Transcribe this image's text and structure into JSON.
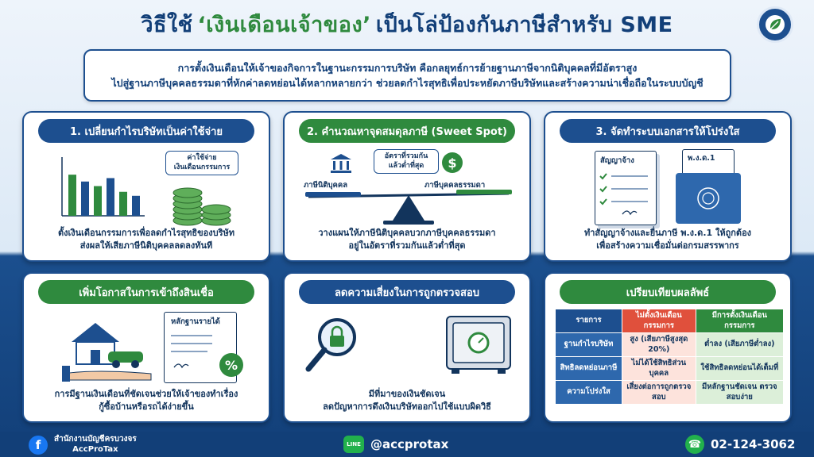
{
  "header": {
    "title_pre": "วิธีใช้",
    "title_highlight": "‘เงินเดือนเจ้าของ’",
    "title_post": "เป็นโล่ป้องกันภาษีสำหรับ SME"
  },
  "intro": {
    "line1": "การตั้งเงินเดือนให้เจ้าของกิจการในฐานะกรรมการบริษัท คือกลยุทธ์การย้ายฐานภาษีจากนิติบุคคลที่มีอัตราสูง",
    "line2": "ไปสู่ฐานภาษีบุคคลธรรมดาที่หักค่าลดหย่อนได้หลากหลายกว่า ช่วยลดกำไรสุทธิเพื่อประหยัดภาษีบริษัทและสร้างความน่าเชื่อถือในระบบบัญชี"
  },
  "panel1": {
    "title": "1. เปลี่ยนกำไรบริษัทเป็นค่าใช้จ่าย",
    "tag_line1": "ค่าใช้จ่าย",
    "tag_line2": "เงินเดือนกรรมการ",
    "caption_line1": "ตั้งเงินเดือนกรรมการเพื่อลดกำไรสุทธิของบริษัท",
    "caption_line2": "ส่งผลให้เสียภาษีนิติบุคคลลดลงทันที",
    "bars": [
      0.72,
      0.6,
      0.52,
      0.66,
      0.42,
      0.35
    ]
  },
  "panel2": {
    "title": "2. คำนวณหาจุดสมดุลภาษี (Sweet Spot)",
    "tag_line1": "อัตราที่รวมกัน",
    "tag_line2": "แล้วต่ำที่สุด",
    "left_label": "ภาษีนิติบุคคล",
    "right_label": "ภาษีบุคคลธรรมดา",
    "coin_symbol": "$",
    "caption_line1": "วางแผนให้ภาษีนิติบุคคลบวกภาษีบุคคลธรรมดา",
    "caption_line2": "อยู่ในอัตราที่รวมกันแล้วต่ำที่สุด"
  },
  "panel3": {
    "title": "3. จัดทำระบบเอกสารให้โปร่งใส",
    "contract_label": "สัญญาจ้าง",
    "form_label": "พ.ง.ด.1",
    "caption_line1": "ทำสัญญาจ้างและยื่นภาษี พ.ง.ด.1 ให้ถูกต้อง",
    "caption_line2": "เพื่อสร้างความเชื่อมั่นต่อกรมสรรพากร"
  },
  "panel4": {
    "title": "เพิ่มโอกาสในการเข้าถึงสินเชื่อ",
    "doc_label": "หลักฐานรายได้",
    "percent_symbol": "%",
    "caption_line1": "การมีฐานเงินเดือนที่ชัดเจนช่วยให้เจ้าของทำเรื่อง",
    "caption_line2": "กู้ซื้อบ้านหรือรถได้ง่ายขึ้น"
  },
  "panel5": {
    "title": "ลดความเสี่ยงในการถูกตรวจสอบ",
    "caption_line1": "มีที่มาของเงินชัดเจน",
    "caption_line2": "ลดปัญหาการดึงเงินบริษัทออกไปใช้แบบผิดวิธี"
  },
  "panel6": {
    "title": "เปรียบเทียบผลลัพธ์",
    "col_label": "รายการ",
    "col_no": "ไม่ตั้งเงินเดือนกรรมการ",
    "col_yes": "มีการตั้งเงินเดือนกรรมการ",
    "rows": [
      {
        "label": "ฐานกำไรบริษัท",
        "no": "สูง (เสียภาษีสูงสุด 20%)",
        "yes": "ต่ำลง (เสียภาษีต่ำลง)"
      },
      {
        "label": "สิทธิลดหย่อนภาษี",
        "no": "ไม่ได้ใช้สิทธิส่วนบุคคล",
        "yes": "ใช้สิทธิลดหย่อนได้เต็มที่"
      },
      {
        "label": "ความโปร่งใส",
        "no": "เสี่ยงต่อการถูกตรวจสอบ",
        "yes": "มีหลักฐานชัดเจน ตรวจสอบง่าย"
      }
    ]
  },
  "footer": {
    "fb_letter": "f",
    "org_line1": "สำนักงานบัญชีครบวงจร",
    "org_line2": "AccProTax",
    "line_icon_text": "LINE",
    "line_id": "@accprotax",
    "phone": "02-124-3062"
  },
  "colors": {
    "navy": "#1d4f8f",
    "green": "#2f8a3e",
    "red": "#e0503c"
  }
}
